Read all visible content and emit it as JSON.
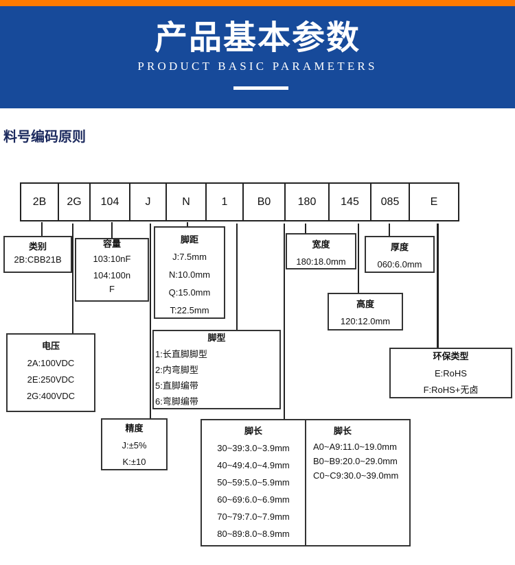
{
  "header": {
    "title": "产品基本参数",
    "subtitle": "PRODUCT BASIC PARAMETERS",
    "accent_color": "#ff7a00",
    "banner_color": "#174a9a"
  },
  "section_title": "料号编码原则",
  "code": [
    "2B",
    "2G",
    "104",
    "J",
    "N",
    "1",
    "B0",
    "180",
    "145",
    "085",
    "E"
  ],
  "boxes": {
    "category": {
      "title": "类别",
      "lines": [
        "2B:CBB21B"
      ]
    },
    "capacity": {
      "title": "容量",
      "lines": [
        "103:10nF",
        "104:100n",
        "F"
      ]
    },
    "pitch": {
      "title": "脚距",
      "lines": [
        "J:7.5mm",
        "N:10.0mm",
        "Q:15.0mm",
        "T:22.5mm"
      ]
    },
    "voltage": {
      "title": "电压",
      "lines": [
        "2A:100VDC",
        "2E:250VDC",
        "2G:400VDC"
      ]
    },
    "lead_type": {
      "title": "脚型",
      "lines": [
        "1:长直脚脚型",
        "2:内弯脚型",
        "5:直脚编带",
        "6:弯脚编带"
      ]
    },
    "tolerance": {
      "title": "精度",
      "lines": [
        "J:±5%",
        "K:±10"
      ]
    },
    "lead_length_a": {
      "title": "脚长",
      "lines": [
        "30~39:3.0~3.9mm",
        "40~49:4.0~4.9mm",
        "50~59:5.0~5.9mm",
        "60~69:6.0~6.9mm",
        "70~79:7.0~7.9mm",
        "80~89:8.0~8.9mm"
      ]
    },
    "lead_length_b": {
      "title": "脚长",
      "lines": [
        "A0~A9:11.0~19.0mm",
        "B0~B9:20.0~29.0mm",
        "C0~C9:30.0~39.0mm"
      ]
    },
    "width": {
      "title": "宽度",
      "lines": [
        "180:18.0mm"
      ]
    },
    "height": {
      "title": "高度",
      "lines": [
        "120:12.0mm"
      ]
    },
    "thickness": {
      "title": "厚度",
      "lines": [
        "060:6.0mm"
      ]
    },
    "env": {
      "title": "环保类型",
      "lines": [
        "E:RoHS",
        "F:RoHS+无卤"
      ]
    }
  }
}
